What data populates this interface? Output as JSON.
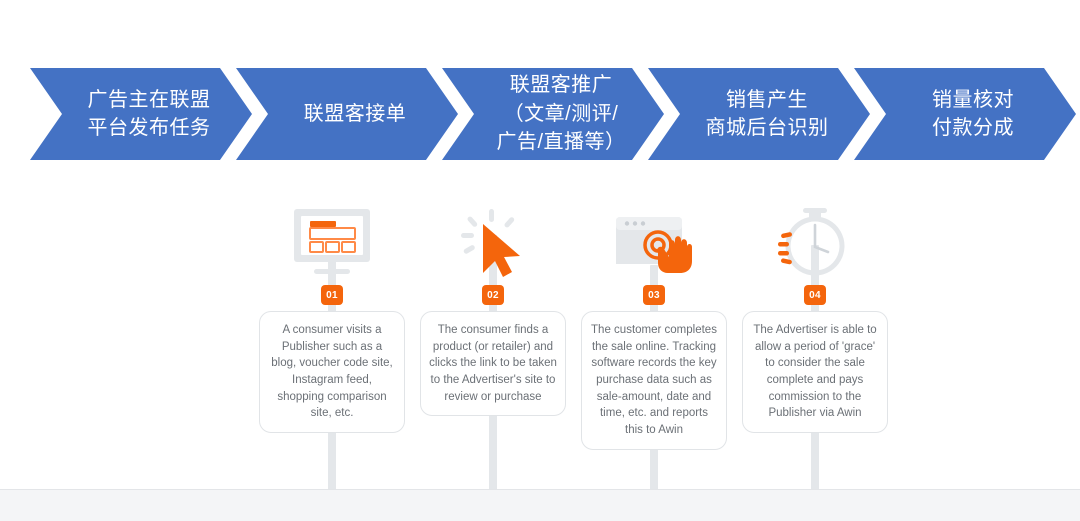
{
  "process_band": {
    "color": "#4472C4",
    "text_color": "#ffffff",
    "steps": [
      {
        "label": "广告主在联盟\n平台发布任务",
        "name": "advertiser-publishes-task"
      },
      {
        "label": "联盟客接单",
        "name": "affiliate-accepts-order"
      },
      {
        "label": "联盟客推广\n（文章/测评/\n广告/直播等）",
        "name": "affiliate-promotes"
      },
      {
        "label": "销售产生\n商城后台识别",
        "name": "sale-generated-recognized"
      },
      {
        "label": "销量核对\n付款分成",
        "name": "reconcile-and-payout"
      }
    ]
  },
  "journey": {
    "badge_color": "#F4650C",
    "post_color": "#e4e7ea",
    "card_text_color": "#6b7076",
    "steps": [
      {
        "badge": "01",
        "icon": "desktop-monitor-webpage-icon",
        "text": "A consumer visits a Publisher such as a blog, voucher code site, Instagram feed, shopping comparison site, etc."
      },
      {
        "badge": "02",
        "icon": "click-cursor-icon",
        "text": "The consumer finds a product (or retailer) and clicks the link to be taken to the Advertiser's site to review or purchase"
      },
      {
        "badge": "03",
        "icon": "browser-hand-tap-icon",
        "text": "The customer completes the sale online. Tracking software records the key purchase data such as sale-amount, date and time, etc. and reports this to Awin"
      },
      {
        "badge": "04",
        "icon": "stopwatch-icon",
        "text": "The Advertiser is able to allow a period of 'grace' to consider the sale complete and pays commission to the Publisher via Awin"
      }
    ]
  },
  "ground": {
    "color": "#f4f5f7"
  }
}
